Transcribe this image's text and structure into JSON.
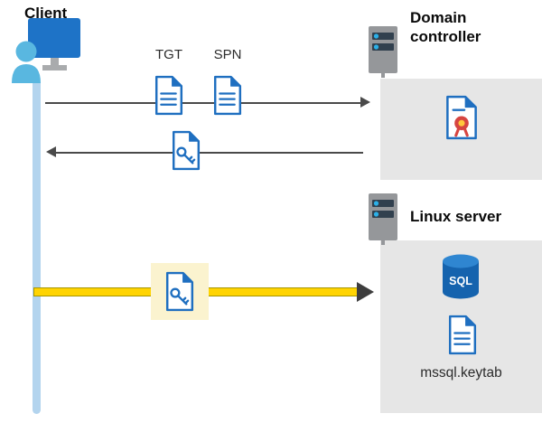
{
  "diagram": {
    "client": {
      "label": "Client",
      "icon": "client-user-computer-icon"
    },
    "domain_controller": {
      "label": "Domain controller",
      "icon": "server-icon",
      "certificate_icon": "certificate-icon"
    },
    "linux_server": {
      "label": "Linux server",
      "icon": "server-icon",
      "sql_label": "SQL",
      "sql_icon": "sql-database-icon",
      "keytab_icon": "document-icon",
      "keytab_label": "mssql.keytab"
    },
    "request": {
      "tgt_label": "TGT",
      "spn_label": "SPN",
      "icons": [
        "document-icon",
        "document-icon"
      ],
      "direction": "client-to-domain-controller"
    },
    "response": {
      "icon": "key-ticket-document-icon",
      "direction": "domain-controller-to-client"
    },
    "ticket_flow": {
      "icon": "key-ticket-document-icon",
      "direction": "client-to-linux-server",
      "highlighted": true
    },
    "colors": {
      "doc_blue": "#1f6fc0",
      "light_blue_line": "#b3d4ee",
      "box_gray": "#e6e6e6",
      "arrow_gray": "#4a4a4a",
      "yellow": "#ffd402",
      "yellow_border": "#a69500",
      "yellow_arrowhead": "#3d3d3d",
      "highlight_bg": "#fbf3cf",
      "sql_blue": "#1563ae",
      "server_gray": "#95979a",
      "monitor_blue": "#1e73c7",
      "person_blue": "#59b7e0",
      "seal_red": "#d64541",
      "seal_yellow": "#ffc83d"
    }
  }
}
